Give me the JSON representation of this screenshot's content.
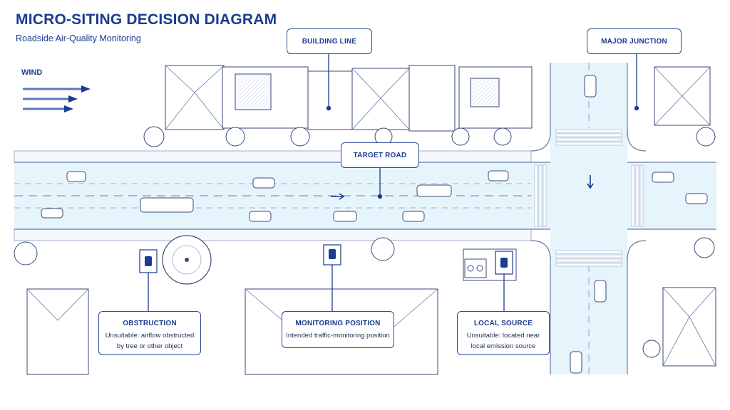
{
  "title": "MICRO-SITING DECISION DIAGRAM",
  "subtitle": "Roadside Air-Quality Monitoring",
  "wind_label": "WIND",
  "labels": {
    "building_line": "BUILDING LINE",
    "major_junction": "MAJOR JUNCTION",
    "target_road": "TARGET ROAD"
  },
  "callouts": {
    "obstruction": {
      "title": "OBSTRUCTION",
      "line1": "Unsuitable: airflow obstructed",
      "line2": "by tree or other object"
    },
    "monitoring": {
      "title": "MONITORING POSITION",
      "line1": "Intended traffic-monitoring position"
    },
    "local_source": {
      "title": "LOCAL SOURCE",
      "line1": "Unsuitable: located near",
      "line2": "local emission source"
    }
  },
  "colors": {
    "accent": "#1a3b8f",
    "line": "#2a4a9a",
    "road": "#e6f4fb"
  }
}
